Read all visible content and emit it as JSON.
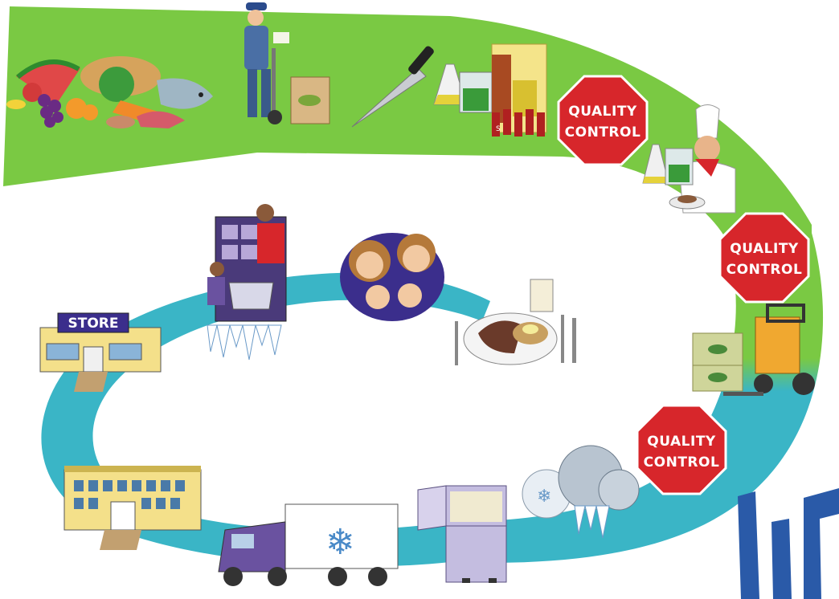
{
  "diagram": {
    "store_sign": "STORE",
    "quality_signs": [
      {
        "line1": "QUALITY",
        "line2": "CONTROL"
      },
      {
        "line1": "QUALITY",
        "line2": "CONTROL"
      },
      {
        "line1": "QUALITY",
        "line2": "CONTROL"
      }
    ],
    "stages": [
      "raw-food",
      "receiving-worker",
      "knife",
      "ingredients",
      "chef",
      "forklift-storage",
      "cold-weather",
      "refrigerator",
      "refrigerated-truck",
      "warehouse",
      "store",
      "frozen-food-aisle",
      "family",
      "plated-meal"
    ],
    "colors": {
      "upper_band": "#7ac943",
      "lower_band": "#3ab5c6",
      "stop_sign": "#d7262b"
    }
  }
}
